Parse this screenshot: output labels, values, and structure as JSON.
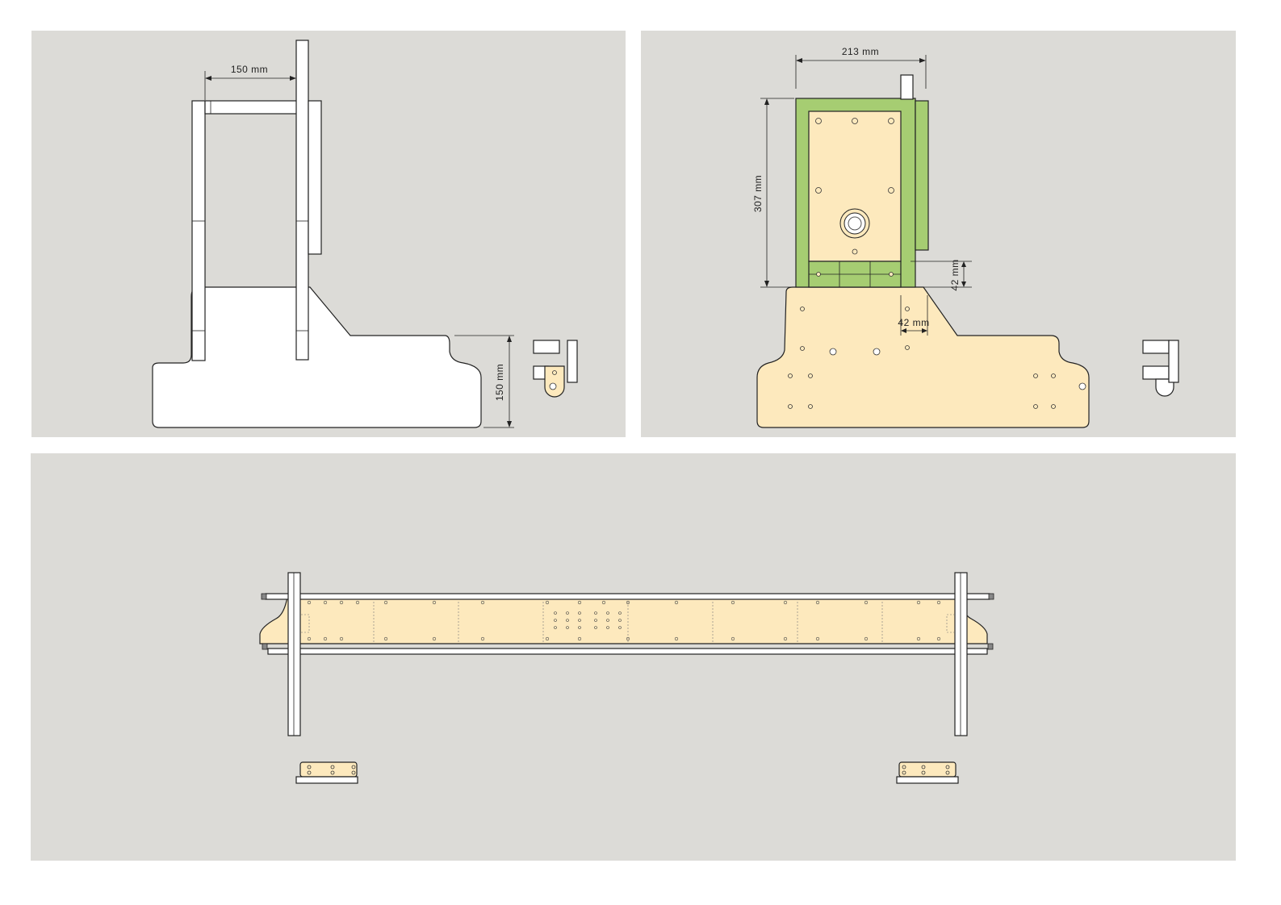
{
  "colors": {
    "background": "#ffffff",
    "panel": "#dcdbd7",
    "plate": "#fde9bd",
    "frame_green": "#a6cd72",
    "outline": "#222222"
  },
  "views": {
    "side": {
      "dim_width": "150 mm",
      "dim_height": "150 mm"
    },
    "front": {
      "dim_width": "213 mm",
      "dim_height": "307 mm",
      "dim_small_vertical": "42 mm",
      "dim_small_horizontal": "42 mm"
    },
    "top": {}
  }
}
